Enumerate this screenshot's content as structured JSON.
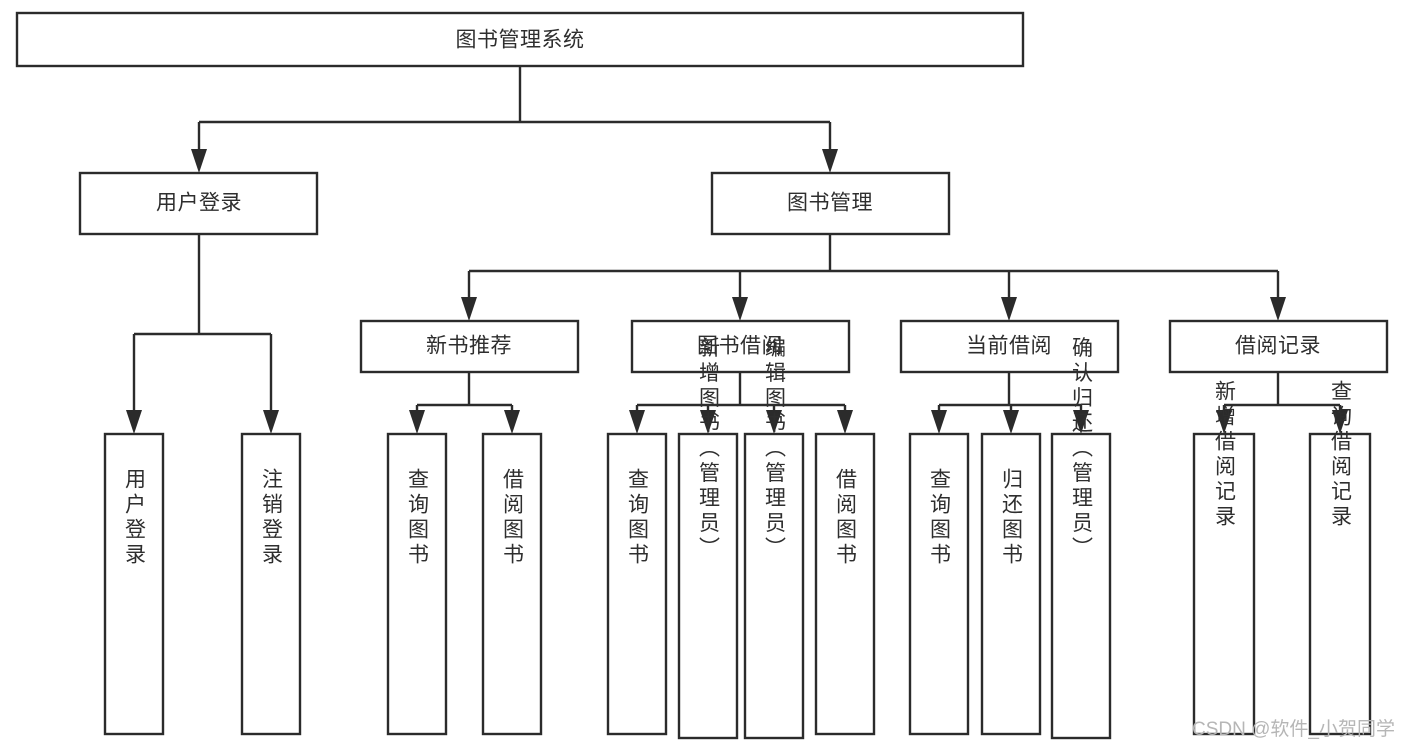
{
  "diagram": {
    "title": "图书管理系统",
    "type": "tree",
    "watermark": "CSDN @软件_小贺同学",
    "colors": {
      "box_stroke": "#2b2b2b",
      "box_fill": "#ffffff",
      "text": "#2e2e2e",
      "connector": "#2b2b2b",
      "watermark": "#b6b6b6",
      "background": "#ffffff"
    },
    "root": {
      "label": "图书管理系统"
    },
    "level2": [
      {
        "label": "用户登录"
      },
      {
        "label": "图书管理"
      }
    ],
    "level3": [
      {
        "label": "新书推荐"
      },
      {
        "label": "图书借阅"
      },
      {
        "label": "当前借阅"
      },
      {
        "label": "借阅记录"
      }
    ],
    "leaves": {
      "user_login": [
        {
          "label": "用户登录"
        },
        {
          "label": "注销登录"
        }
      ],
      "new_book_recommend": [
        {
          "label": "查询图书"
        },
        {
          "label": "借阅图书"
        }
      ],
      "book_borrow": [
        {
          "label": "查询图书"
        },
        {
          "label": "新增图书（管理员）"
        },
        {
          "label": "编辑图书（管理员）"
        },
        {
          "label": "借阅图书"
        }
      ],
      "current_borrow": [
        {
          "label": "查询图书"
        },
        {
          "label": "归还图书"
        },
        {
          "label": "确认归还（管理员）"
        }
      ],
      "borrow_record": [
        {
          "label": "新增借阅记录"
        },
        {
          "label": "查询借阅记录"
        }
      ]
    }
  }
}
